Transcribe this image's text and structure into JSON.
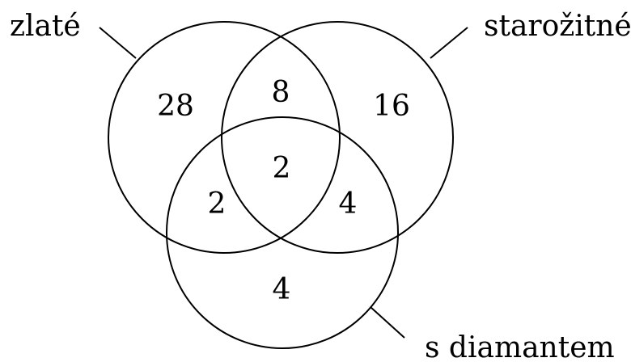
{
  "sets": {
    "gold": "zlaté",
    "antique": "starožitné",
    "diamond": "s diamantem"
  },
  "regions": {
    "gold_only": "28",
    "gold_antique": "8",
    "antique_only": "16",
    "all_three": "2",
    "gold_diamond": "2",
    "antique_diamond": "4",
    "diamond_only": "4"
  }
}
